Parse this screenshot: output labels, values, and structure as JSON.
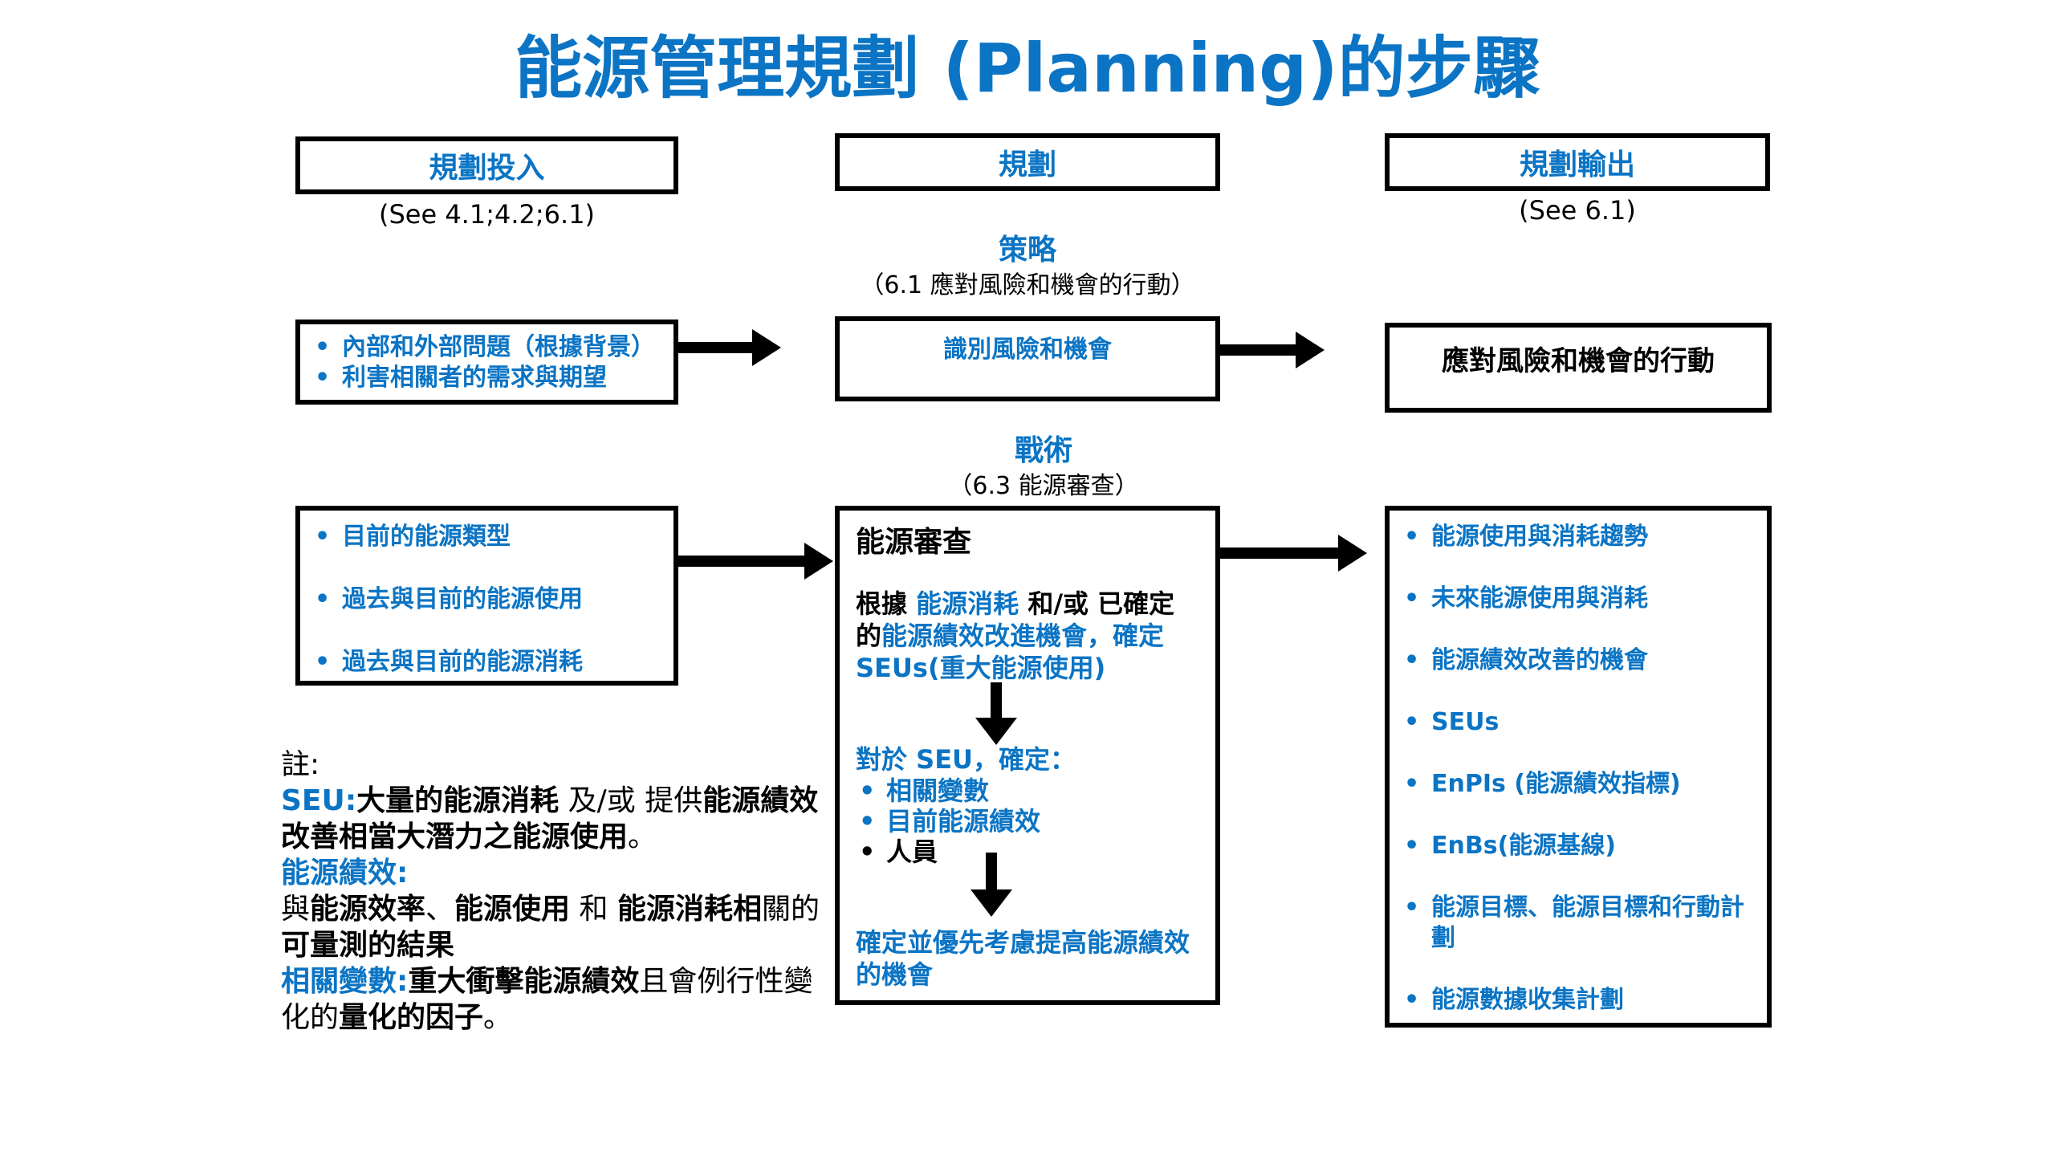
{
  "title": "能源管理規劃 (Planning)的步驟",
  "headers": {
    "input": "規劃投入",
    "plan": "規劃",
    "output": "規劃輸出"
  },
  "see": {
    "input": "(See 4.1;4.2;6.1)",
    "output": "(See 6.1)"
  },
  "strategy": {
    "title": "策略",
    "subtitle": "（6.1 應對風險和機會的行動）",
    "inputs": [
      "內部和外部問題（根據背景）",
      "利害相關者的需求與期望"
    ],
    "center": "識別風險和機會",
    "output": "應對風險和機會的行動"
  },
  "tactics": {
    "title": "戰術",
    "subtitle": "（6.3 能源審查）",
    "inputs": [
      "目前的能源類型",
      "過去與目前的能源使用",
      "過去與目前的能源消耗"
    ],
    "center": {
      "heading": "能源審查",
      "p1": {
        "a": "根據 ",
        "b": "能源消耗",
        "c": " 和/或 已確定",
        "d": "的",
        "e": "能源績效改進機會",
        "f": "，確定",
        "g": "SEUs(重大能源使用)"
      },
      "p2": {
        "a": "對於 SEU",
        "b": "，確定：",
        "items": [
          "相關變數",
          "目前能源績效"
        ],
        "black_item": "人員"
      },
      "p3": "確定並優先考慮提高能源績效的機會"
    },
    "outputs": [
      "能源使用與消耗趨勢",
      "未來能源使用與消耗",
      "能源績效改善的機會",
      "SEUs",
      "EnPIs (能源績效指標)",
      "EnBs(能源基線)",
      "能源目標、能源目標和行動計劃",
      "能源數據收集計劃"
    ]
  },
  "notes": {
    "label": "註:",
    "seu_term": "SEU:",
    "seu_a": "大量的能源消耗",
    "seu_b": " 及/或 提供",
    "seu_c": "能源績效改善相當大潛力之能源使用",
    "seu_d": "。",
    "perf_term": "能源績效:",
    "perf_a": "與",
    "perf_b": "能源效率",
    "perf_c": "、",
    "perf_d": "能源使用",
    "perf_e": " 和 ",
    "perf_f": "能源消耗相",
    "perf_g": "關的",
    "perf_h": "可量測的結果",
    "var_term": "相關變數:",
    "var_a": "重大衝擊能源績效",
    "var_b": "且會例行性",
    "var_c": "變化的",
    "var_d": "量化的因子",
    "var_e": "。"
  },
  "colors": {
    "accent": "#0b74c4",
    "border": "#000000"
  }
}
